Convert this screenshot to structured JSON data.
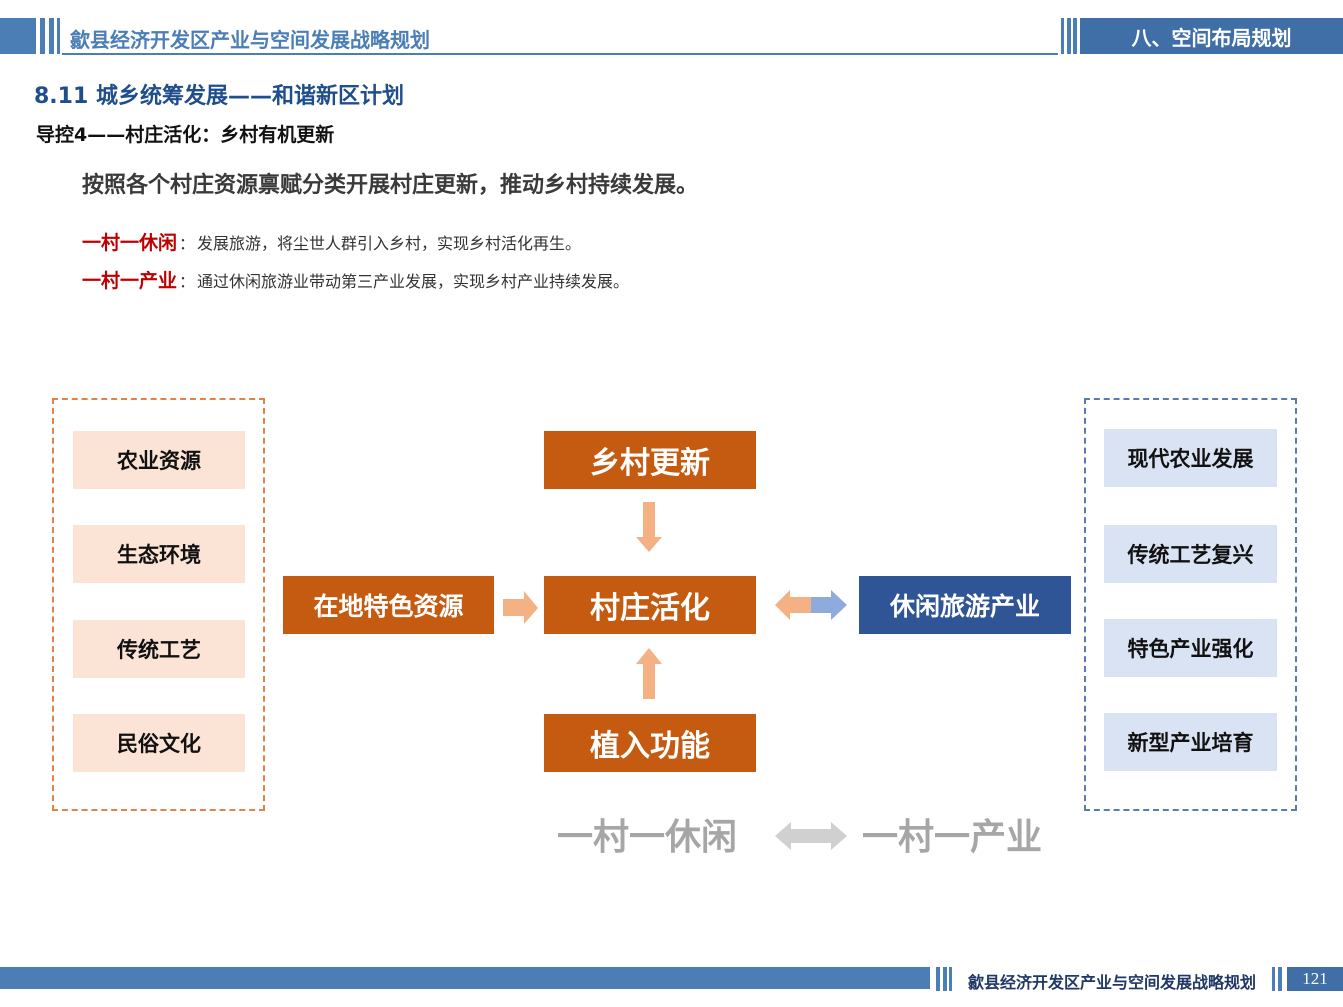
{
  "header": {
    "title": "歙县经济开发区产业与空间发展战略规划",
    "chapter": "八、空间布局规划"
  },
  "section": {
    "title": "8.11 城乡统筹发展——和谐新区计划",
    "subtitle": "导控4——村庄活化：乡村有机更新",
    "intro": "按照各个村庄资源禀赋分类开展村庄更新，推动乡村持续发展。"
  },
  "bullets": [
    {
      "key": "一村一休闲",
      "text": "发展旅游，将尘世人群引入乡村，实现乡村活化再生。"
    },
    {
      "key": "一村一产业",
      "text": "通过休闲旅游业带动第三产业发展，实现乡村产业持续发展。"
    }
  ],
  "diagram": {
    "resources": [
      "农业资源",
      "生态环境",
      "传统工艺",
      "民俗文化"
    ],
    "local_resources": "在地特色资源",
    "renewal": "乡村更新",
    "activation": "村庄活化",
    "functions": "植入功能",
    "tourism": "休闲旅游产业",
    "industries": [
      "现代农业发展",
      "传统工艺复兴",
      "特色产业强化",
      "新型产业培育"
    ],
    "bottom_left": "一村一休闲",
    "bottom_right": "一村一产业"
  },
  "colors": {
    "orange": "#c55a11",
    "blue": "#2f5597",
    "light_orange": "#fbe3d6",
    "light_blue": "#dae3f3",
    "header_blue": "#4a7eb5"
  },
  "footer": {
    "title": "歙县经济开发区产业与空间发展战略规划",
    "page": "121"
  }
}
